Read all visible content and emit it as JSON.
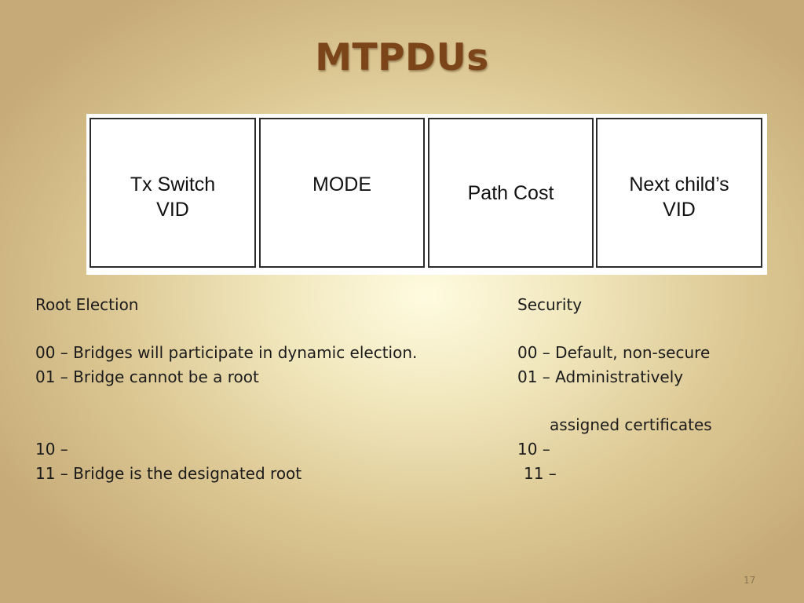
{
  "slide": {
    "title": "MTPDUs",
    "slide_number": "17"
  },
  "diagram": {
    "fields": [
      {
        "label": "Tx Switch\nVID"
      },
      {
        "label": "MODE"
      },
      {
        "label": "Path Cost"
      },
      {
        "label": "Next child’s\nVID"
      }
    ]
  },
  "root_election": {
    "heading": "Root Election",
    "lines": [
      "00 – Bridges will participate in dynamic election.",
      "01 – Bridge cannot be a root",
      "10 –",
      "11 – Bridge is the designated root"
    ]
  },
  "security": {
    "heading": "Security",
    "lines": [
      "00 – Default, non-secure",
      "01 – Administratively",
      "assigned certificates",
      "10 –",
      "11 –"
    ]
  }
}
